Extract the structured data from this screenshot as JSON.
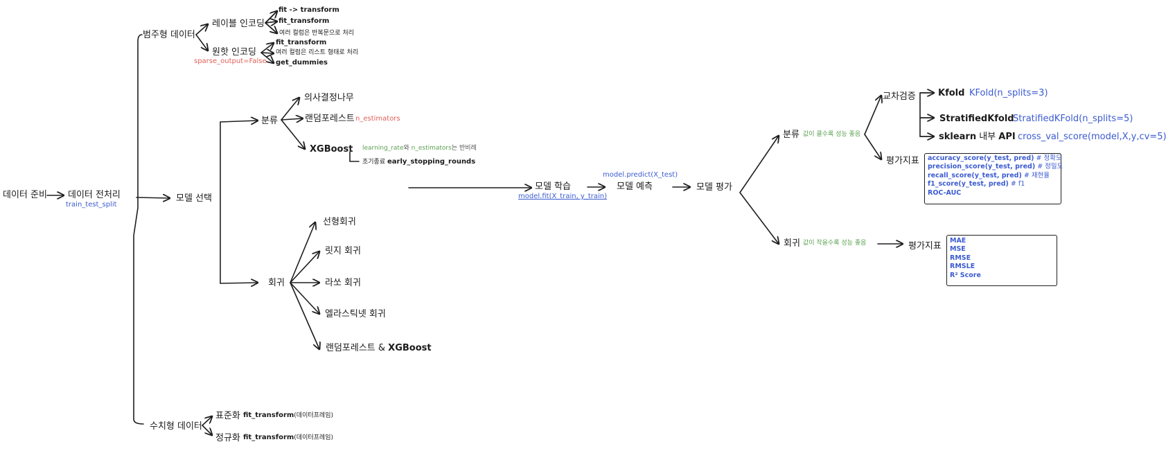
{
  "nodes": {
    "data_prep": "데이터 준비",
    "preprocess": "데이터 전처리",
    "preprocess_note": "train_test_split",
    "categorical": "범주형 데이터",
    "label_enc": "레이블 인코딩",
    "label_fit_transform_1": "fit -> transform",
    "label_fit_transform_2": "fit_transform",
    "label_multi": "여러 컬럼은 반복문으로 처리",
    "onehot": "원핫 인코딩",
    "onehot_note": "sparse_output=False",
    "onehot_fit": "fit_transform",
    "onehot_multi": "여러 컬럼은 리스트 형태로 처리",
    "onehot_dummies": "get_dummies",
    "model_select": "모델 선택",
    "classification": "분류",
    "decision_tree": "의사결정나무",
    "random_forest": "랜덤포레스트",
    "rf_note": "n_estimators",
    "xgboost": "XGBoost",
    "xgb_note_a": "learning_rate",
    "xgb_note_b": "와 ",
    "xgb_note_c": "n_estimators",
    "xgb_note_d": "는 반비례",
    "early_stop_label": "조기종료 ",
    "early_stop_code": "early_stopping_rounds",
    "regression": "회귀",
    "linear_reg": "선형회귀",
    "ridge_reg": "릿지 회귀",
    "lasso_reg": "라쏘 회귀",
    "elastic_reg": "엘라스틱넷 회귀",
    "rf_xgb_reg_a": "랜덤포레스트 & ",
    "rf_xgb_reg_b": "XGBoost",
    "numeric": "수치형 데이터",
    "standardize": "표준화",
    "std_code": "fit_transform",
    "std_paren": "(데이터프레임)",
    "normalize": "정규화",
    "norm_code": "fit_transform",
    "norm_paren": "(데이터프레임)",
    "train": "모델 학습",
    "train_note": "model.fit(X_train, y_train)",
    "predict": "모델 예측",
    "predict_note": "model.predict(X_test)",
    "evaluate": "모델 평가",
    "eval_cls": "분류",
    "eval_cls_note": "값이 클수록 성능 좋음",
    "cross_val": "교차검증",
    "kfold": "Kfold",
    "kfold_code": "KFold(n_splits=3)",
    "skfold": "StratifiedKfold",
    "skfold_code": "StratifiedKFold(n_splits=5)",
    "sk_api_a": "sklearn",
    "sk_api_b": " 내부 ",
    "sk_api_c": "API",
    "sk_api_code": "cross_val_score(model,X,y,cv=5)",
    "cls_metric": "평가지표",
    "eval_reg": "회귀",
    "eval_reg_note": "값이 작을수록 성능 좋음",
    "reg_metric": "평가지표"
  },
  "cls_metrics": [
    {
      "code": "accuracy_score(y_test, pred)",
      "comment": " # 정확도"
    },
    {
      "code": "precision_score(y_test, pred)",
      "comment": " # 정밀도"
    },
    {
      "code": "recall_score(y_test, pred)",
      "comment": " # 재현율"
    },
    {
      "code": "f1_score(y_test, pred)",
      "comment": " # f1"
    },
    {
      "code": "ROC-AUC",
      "comment": ""
    }
  ],
  "reg_metrics": [
    "MAE",
    "MSE",
    "RMSE",
    "RMSLE",
    "R² Score"
  ],
  "colors": {
    "ink": "#1e1e1e",
    "blue": "#3b5bd0",
    "red": "#e0605a",
    "green": "#5aa14f"
  }
}
